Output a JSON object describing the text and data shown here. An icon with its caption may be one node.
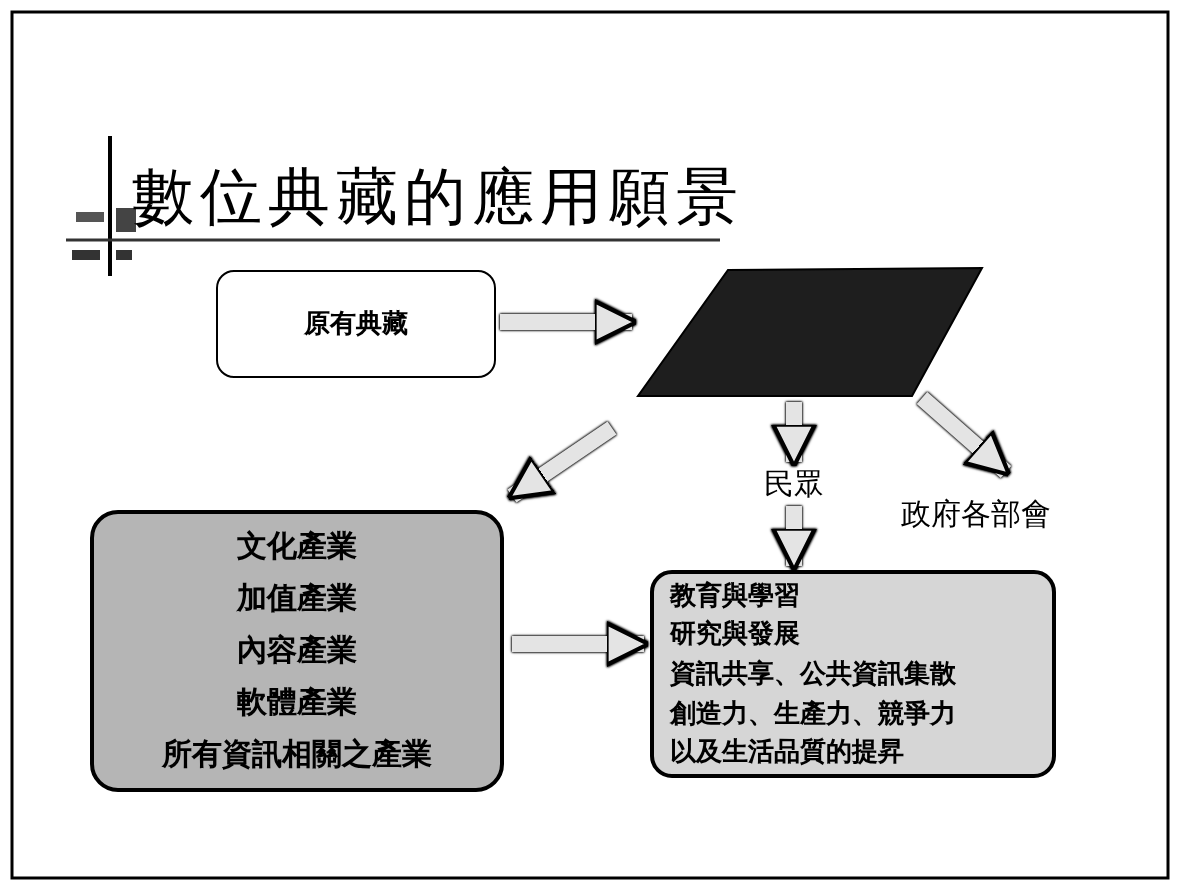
{
  "diagram": {
    "title": "數位典藏的應用願景",
    "nodes": [
      {
        "text": [
          "原有典藏"
        ]
      },
      {
        "text": [],
        "shape": "parallelogram"
      },
      {
        "text": [
          "民眾"
        ]
      },
      {
        "text": [
          "政府各部會"
        ]
      },
      {
        "text": [
          "文化產業",
          "加值產業",
          "內容產業",
          "軟體產業",
          "所有資訊相關之產業"
        ]
      },
      {
        "text": [
          "教育與學習",
          "研究與發展",
          "資訊共享、公共資訊集散",
          "創造力、生產力、競爭力",
          "以及生活品質的提昇"
        ]
      }
    ],
    "edges": [
      {
        "from": 0,
        "to": 1,
        "arrow": "to"
      },
      {
        "from": 1,
        "to": 4,
        "arrow": "to"
      },
      {
        "from": 1,
        "to": 2,
        "arrow": "to"
      },
      {
        "from": 1,
        "to": 3,
        "arrow": "to"
      },
      {
        "from": 2,
        "to": 5,
        "arrow": "to"
      },
      {
        "from": 4,
        "to": 5,
        "arrow": "to"
      }
    ]
  }
}
